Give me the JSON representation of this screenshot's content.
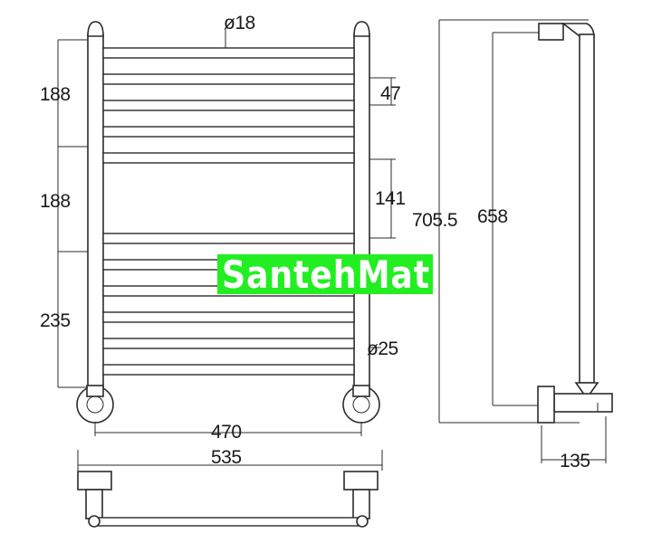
{
  "diagram": {
    "front_view": {
      "top_bar_diameter": "ø18",
      "section_heights": [
        "188",
        "188",
        "235"
      ],
      "bar_gap": "47",
      "wide_gap": "141",
      "pipe_diameter": "ø25",
      "axis_width": "470"
    },
    "side_view": {
      "total_height": "705.5",
      "axis_height": "658",
      "depth": "135"
    },
    "top_view": {
      "overall_width": "535"
    }
  },
  "watermark": {
    "text": "SantehMat",
    "color": "#22ee22"
  }
}
